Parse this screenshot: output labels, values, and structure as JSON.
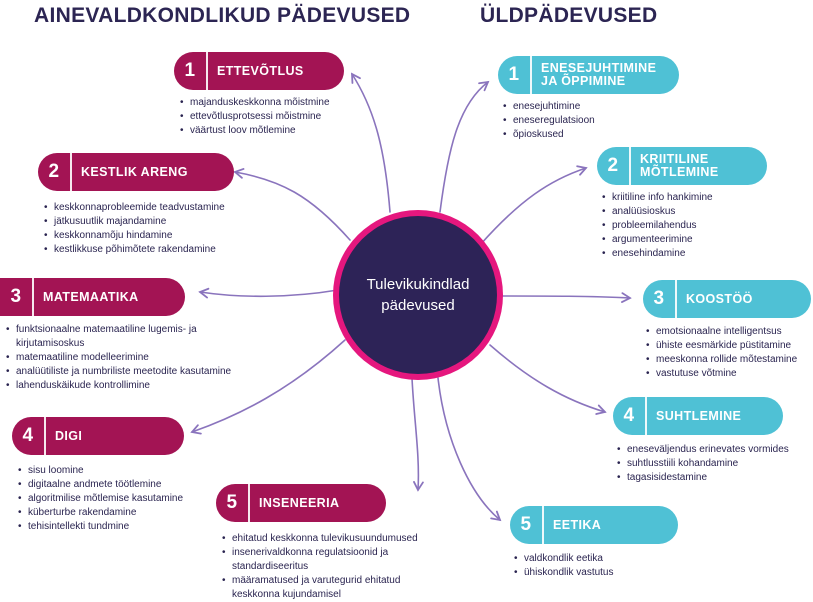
{
  "headings": {
    "subject": "AINEVALDKONDLIKUD PÄDEVUSED",
    "general": "ÜLDPÄDEVUSED"
  },
  "center": {
    "text": "Tulevikukindlad pädevused"
  },
  "colors": {
    "subject_pill": "#a31454",
    "general_pill": "#4fc1d5",
    "center_ring": "#e5177e",
    "center_core": "#2d2357",
    "arrow": "#8a74bd"
  },
  "subject": [
    {
      "num": "1",
      "label": "ETTEVÕTLUS",
      "items": [
        "majanduskeskkonna mõistmine",
        "ettevõtlusprotsessi mõistmine",
        "väärtust loov mõtlemine"
      ]
    },
    {
      "num": "2",
      "label": "KESTLIK ARENG",
      "items": [
        "keskkonnaprobleemide teadvustamine",
        "jätkusuutlik majandamine",
        "keskkonnamõju hindamine",
        "kestlikkuse põhimõtete rakendamine"
      ]
    },
    {
      "num": "3",
      "label": "MATEMAATIKA",
      "items": [
        "funktsionaalne matemaatiline lugemis- ja kirjutamisoskus",
        "matemaatiline modelleerimine",
        "analüütiliste ja numbriliste meetodite kasutamine",
        "lahenduskäikude kontrollimine"
      ]
    },
    {
      "num": "4",
      "label": "DIGI",
      "items": [
        "sisu loomine",
        "digitaalne andmete töötlemine",
        "algoritmilise mõtlemise kasutamine",
        "küberturbe rakendamine",
        "tehisintellekti tundmine"
      ]
    },
    {
      "num": "5",
      "label": "INSENEERIA",
      "items": [
        "ehitatud keskkonna tulevikusuundumused",
        "insenerivaldkonna regulatsioonid ja standardiseeritus",
        "määramatused ja varutegurid ehitatud keskkonna kujundamisel"
      ]
    }
  ],
  "general": [
    {
      "num": "1",
      "label": "ENESEJUHTIMINE JA ÕPPIMINE",
      "items": [
        "enesejuhtimine",
        "eneseregulatsioon",
        "õpioskused"
      ]
    },
    {
      "num": "2",
      "label": "KRIITILINE MÕTLEMINE",
      "items": [
        "kriitiline info hankimine",
        "analüüsioskus",
        "probleemilahendus",
        "argumenteerimine",
        "enesehindamine"
      ]
    },
    {
      "num": "3",
      "label": "KOOSTÖÖ",
      "items": [
        "emotsionaalne intelligentsus",
        "ühiste eesmärkide püstitamine",
        "meeskonna rollide mõtestamine",
        "vastutuse võtmine"
      ]
    },
    {
      "num": "4",
      "label": "SUHTLEMINE",
      "items": [
        "eneseväljendus erinevates vormides",
        "suhtlusstiili kohandamine",
        "tagasisidestamine"
      ]
    },
    {
      "num": "5",
      "label": "EETIKA",
      "items": [
        "valdkondlik eetika",
        "ühiskondlik vastutus"
      ]
    }
  ]
}
